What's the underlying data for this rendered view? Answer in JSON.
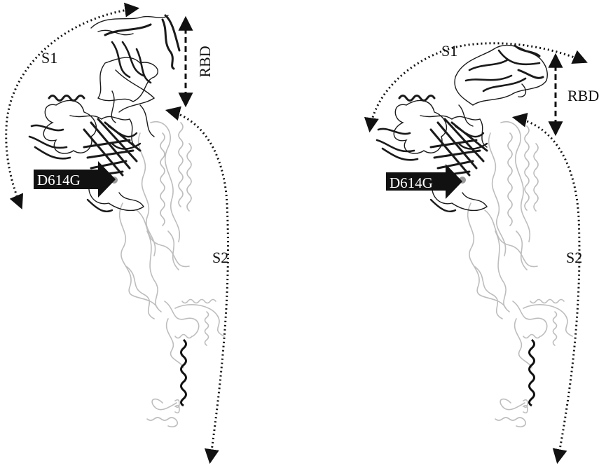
{
  "panels": [
    {
      "id": "left",
      "labels": {
        "s1": "S1",
        "s2": "S2",
        "rbd": "RBD",
        "mutation": "D614G"
      },
      "rbd_state": "up"
    },
    {
      "id": "right",
      "labels": {
        "s1": "S1",
        "s2": "S2",
        "rbd": "RBD",
        "mutation": "D614G"
      },
      "rbd_state": "down"
    }
  ],
  "colors": {
    "s1_ribbon": "#1a1a1a",
    "s2_ribbon": "#b9b9b9",
    "transmembrane_helix": "#111111",
    "arrow": "#111111",
    "tag_background": "#111111",
    "tag_text": "#ffffff"
  }
}
